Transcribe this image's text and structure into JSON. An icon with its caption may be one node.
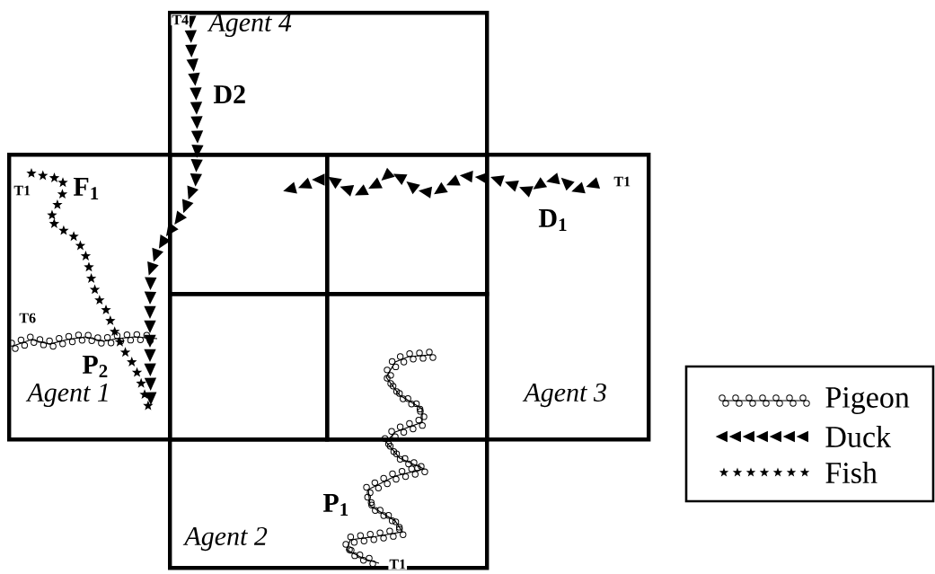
{
  "diagram": {
    "nodes": [
      {
        "text": [
          "Agent 4"
        ]
      },
      {
        "text": [
          "Agent 1"
        ]
      },
      {
        "text": [],
        "shape": "box"
      },
      {
        "text": [],
        "shape": "box"
      },
      {
        "text": [],
        "shape": "box"
      },
      {
        "text": [],
        "shape": "box"
      },
      {
        "text": [
          "Agent 3"
        ]
      },
      {
        "text": [
          "Agent 2"
        ]
      }
    ],
    "labels": [
      "T4",
      "D2",
      "T1",
      "F$_{1}$",
      "T1",
      "D$_{1}$",
      "T6",
      "P$_{2}$",
      "P$_{1}$",
      "T1"
    ],
    "legend": [
      {
        "text": "Pigeon"
      },
      {
        "text": "Duck"
      },
      {
        "text": "Fish"
      }
    ]
  }
}
